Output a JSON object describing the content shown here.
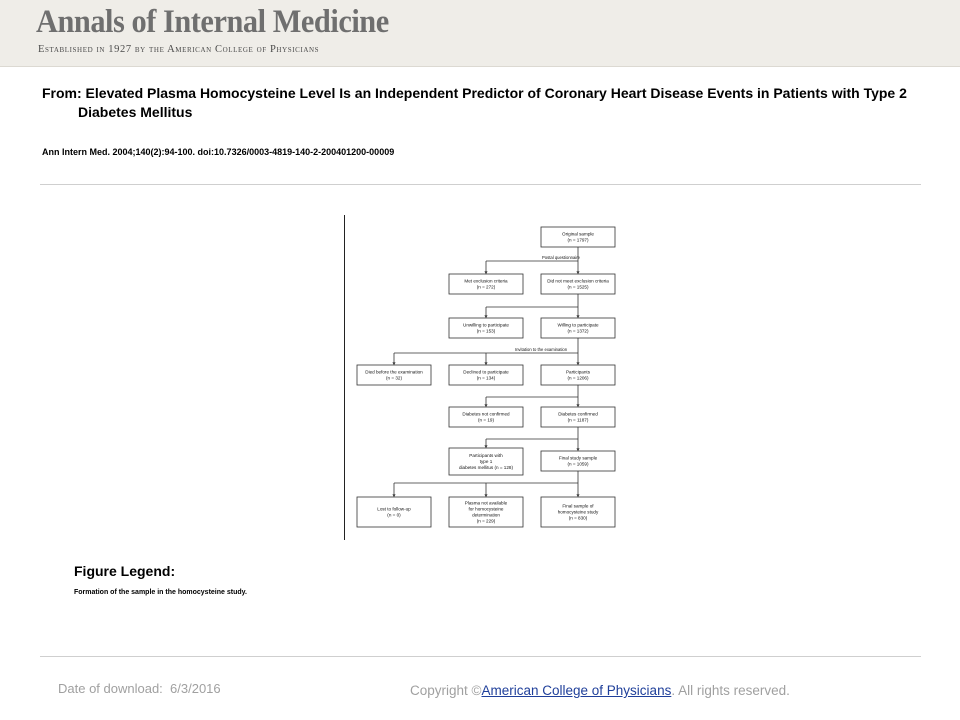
{
  "header": {
    "journal_name": "Annals of Internal Medicine",
    "tagline": "Established in 1927 by the American College of Physicians"
  },
  "article": {
    "title": "From: Elevated Plasma Homocysteine Level Is an Independent Predictor of Coronary Heart Disease Events in Patients with Type 2 Diabetes Mellitus",
    "citation": "Ann Intern Med. 2004;140(2):94-100. doi:10.7326/0003-4819-140-2-200401200-00009"
  },
  "figure": {
    "boxes": {
      "original": [
        "Original sample",
        "(n = 1797)"
      ],
      "met_exclusion": [
        "Met exclusion criteria",
        "(n = 272)"
      ],
      "did_not_meet": [
        "Did not meet exclusion criteria",
        "(n = 1525)"
      ],
      "unwilling": [
        "Unwilling to participate",
        "(n = 153)"
      ],
      "willing": [
        "Willing to participate",
        "(n = 1372)"
      ],
      "died": [
        "Died before the examination",
        "(n = 32)"
      ],
      "declined": [
        "Declined to participate",
        "(n = 134)"
      ],
      "participants": [
        "Participants",
        "(n = 1206)"
      ],
      "not_confirmed": [
        "Diabetes not confirmed",
        "(n = 19)"
      ],
      "confirmed": [
        "Diabetes confirmed",
        "(n = 1187)"
      ],
      "type1": [
        "Participants with",
        "type 1",
        "diabetes mellitus   (n = 128)"
      ],
      "final_study": [
        "Final study sample",
        "(n = 1059)"
      ],
      "lost": [
        "Lost to follow-up",
        "(n = 0)"
      ],
      "plasma": [
        "Plasma not available",
        "for homocysteine",
        "determination",
        "(n = 229)"
      ],
      "final_homocysteine": [
        "Final sample of",
        "homocysteine study",
        "(n = 830)"
      ]
    },
    "labels": {
      "postal": "Postal questionnaire",
      "invitation": "Invitation to the examination"
    }
  },
  "legend": {
    "heading": "Figure Legend:",
    "text": "Formation of the sample in the homocysteine study."
  },
  "footer": {
    "date_label": "Date of download:",
    "date_value": "6/3/2016",
    "copyright_prefix": "Copyright ©",
    "publisher_link": "American College of Physicians",
    "rights": ". All rights reserved."
  }
}
